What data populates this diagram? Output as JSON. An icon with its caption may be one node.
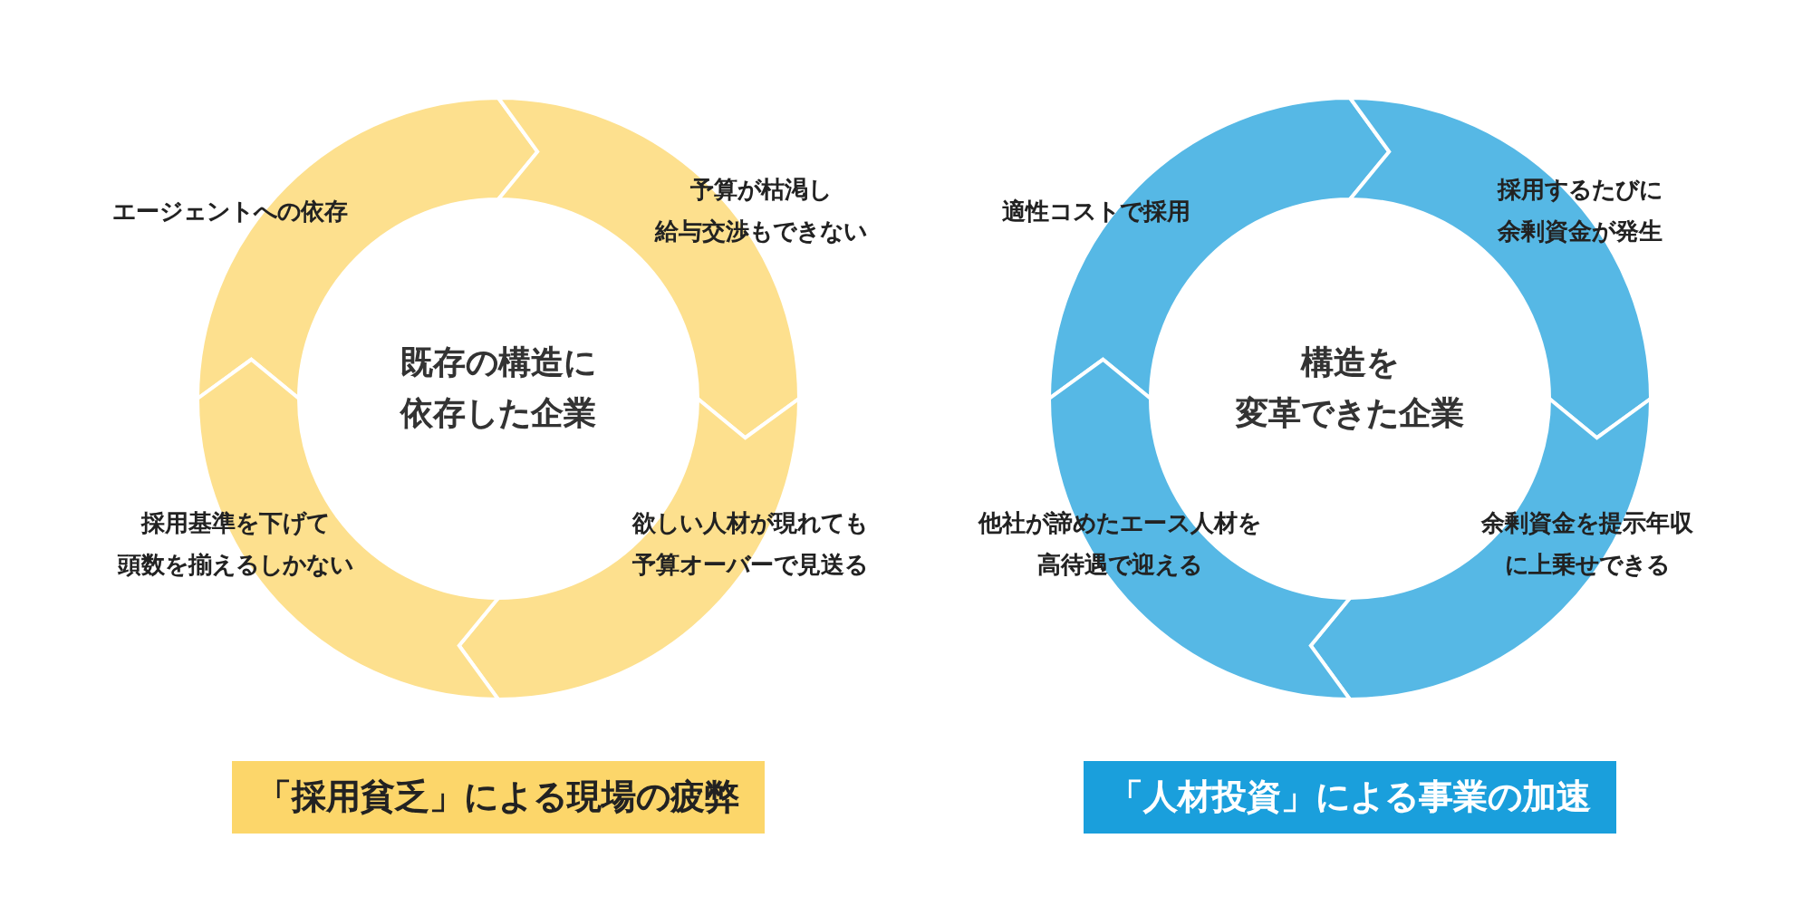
{
  "diagram": {
    "nodes": [
      {
        "text": [
          "既存の構造に依存した企業"
        ]
      },
      {
        "text": [
          "エージェントへの依存"
        ]
      },
      {
        "text": [
          "予算が枯渇し給与交渉もできない"
        ]
      },
      {
        "text": [
          "採用基準を下げて頭数を揃えるしかない"
        ]
      },
      {
        "text": [
          "欲しい人材が現れても予算オーバーで見送る"
        ]
      },
      {
        "text": [
          "構造を変革できた企業"
        ]
      },
      {
        "text": [
          "適性コストで採用"
        ]
      },
      {
        "text": [
          "採用するたびに余剰資金が発生"
        ]
      },
      {
        "text": [
          "他社が諦めたエース人材を高待遇で迎える"
        ]
      },
      {
        "text": [
          "余剰資金を提示年収に上乗せできる"
        ]
      }
    ],
    "edges": [
      {
        "from": 1,
        "to": 2,
        "arrow": "to",
        "color": "#fde08e"
      },
      {
        "from": 2,
        "to": 4,
        "arrow": "to",
        "color": "#fde08e"
      },
      {
        "from": 4,
        "to": 3,
        "arrow": "to",
        "color": "#fde08e"
      },
      {
        "from": 3,
        "to": 1,
        "arrow": "to",
        "color": "#fde08e"
      },
      {
        "from": 6,
        "to": 7,
        "arrow": "to",
        "color": "#56b8e5"
      },
      {
        "from": 7,
        "to": 9,
        "arrow": "to",
        "color": "#56b8e5"
      },
      {
        "from": 9,
        "to": 8,
        "arrow": "to",
        "color": "#56b8e5"
      },
      {
        "from": 8,
        "to": 6,
        "arrow": "to",
        "color": "#56b8e5"
      }
    ],
    "labels": [
      "「採用貧乏」による現場の疲弊",
      "「人材投資」による事業の加速"
    ]
  }
}
